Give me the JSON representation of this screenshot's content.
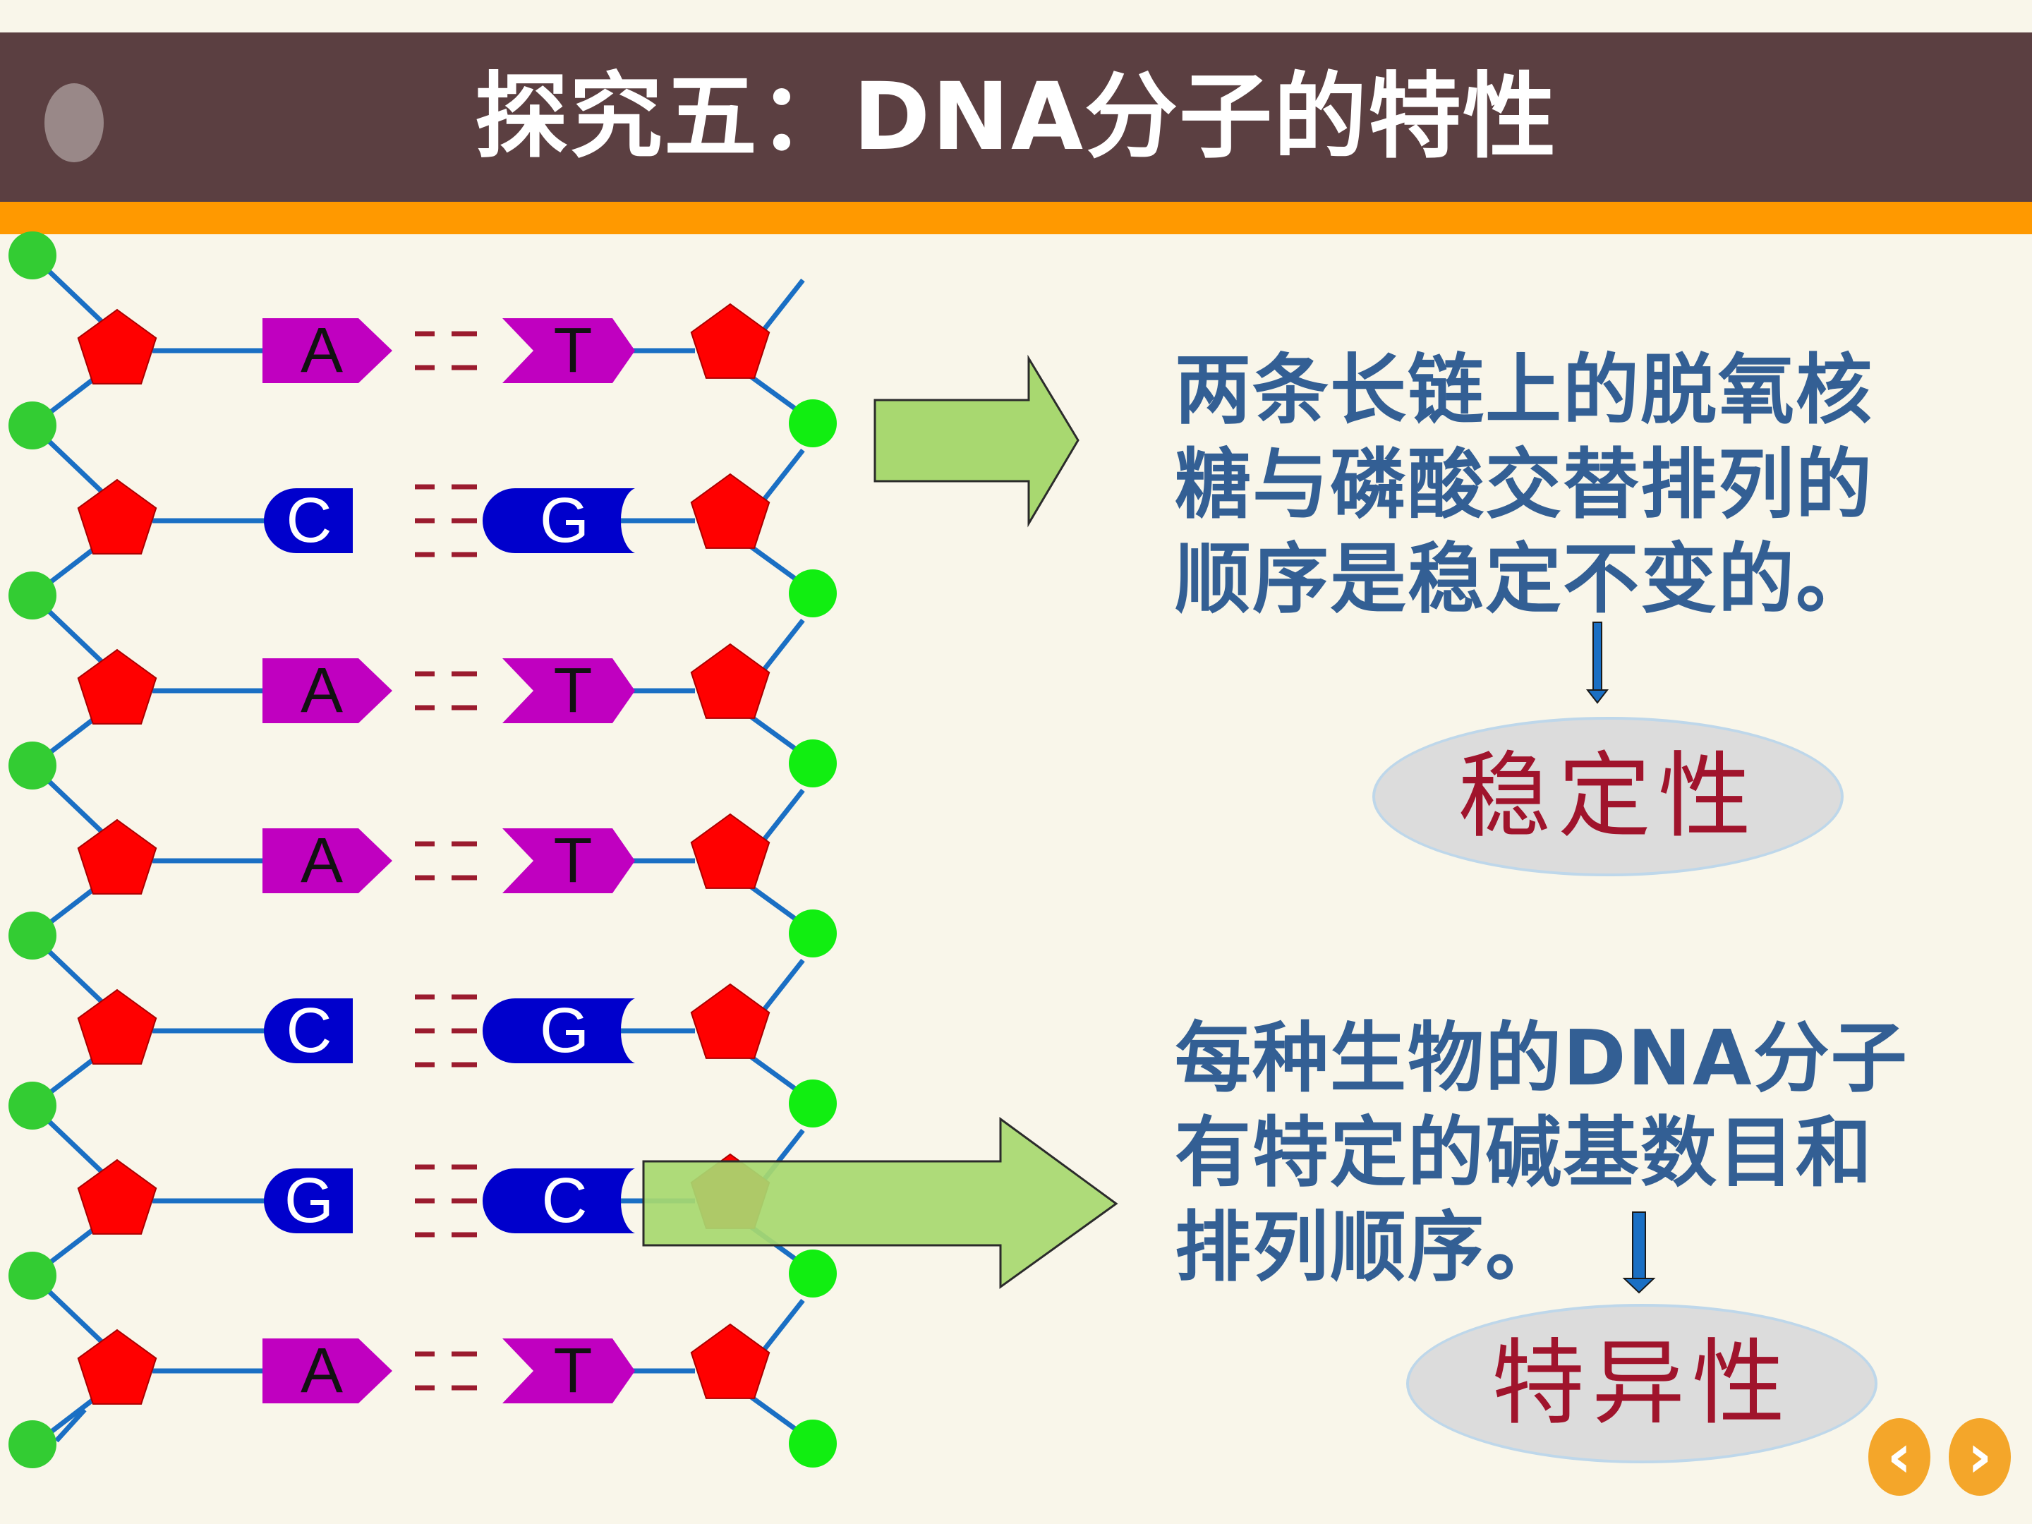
{
  "title": "探究五：DNA分子的特性",
  "base_pairs": [
    {
      "left": "A",
      "right": "T",
      "bonds": 2
    },
    {
      "left": "C",
      "right": "G",
      "bonds": 3
    },
    {
      "left": "A",
      "right": "T",
      "bonds": 2
    },
    {
      "left": "A",
      "right": "T",
      "bonds": 2
    },
    {
      "left": "C",
      "right": "G",
      "bonds": 3
    },
    {
      "left": "G",
      "right": "C",
      "bonds": 3
    },
    {
      "left": "A",
      "right": "T",
      "bonds": 2
    }
  ],
  "point1": {
    "lines": [
      "两条长链上的脱氧核",
      "糖与磷酸交替排列的",
      "顺序是稳定不变的。"
    ],
    "result": "稳定性"
  },
  "point2": {
    "lines": [
      "每种生物的DNA分子",
      "有特定的碱基数目和",
      "排列顺序。"
    ],
    "result": "特异性"
  },
  "colors": {
    "title_bar": "#5b3f41",
    "accent_strip": "#ff9900",
    "backbone": "#1a6fc4",
    "sugar": "#ff0000",
    "phosphate_left": "#33cc33",
    "phosphate_right": "#11ee11",
    "base_AT": "#c000c0",
    "base_CG": "#0000cc",
    "hbond": "#9b1b2e",
    "arrow_fill": "#a8d870",
    "text_blue": "#335f94",
    "result_red": "#a0142c"
  },
  "nav": {
    "prev": "‹",
    "next": "›"
  }
}
